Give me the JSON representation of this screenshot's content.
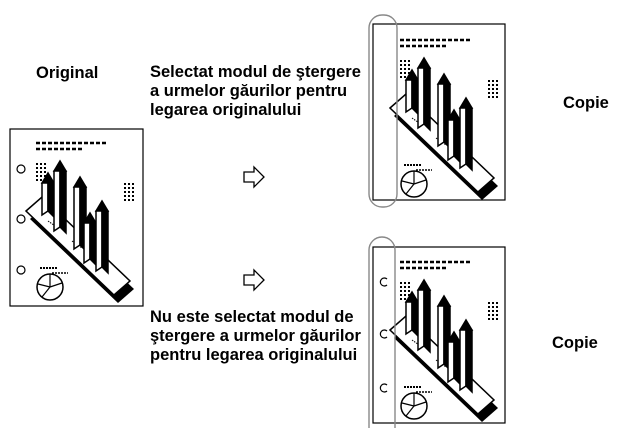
{
  "labels": {
    "original": "Original",
    "copy_top": "Copie",
    "copy_bottom": "Copie"
  },
  "captions": {
    "with_erase": "Selectat modul de ştergere a urmelor găurilor pentru legarea originalului",
    "without_erase": "Nu este selectat modul de ştergere a urmelor găurilor pentru legarea originalului"
  },
  "icons": {
    "arrow": "hollow-right-arrow-icon",
    "hole": "punch-hole-icon",
    "chart": "bar-chart-illustration"
  }
}
